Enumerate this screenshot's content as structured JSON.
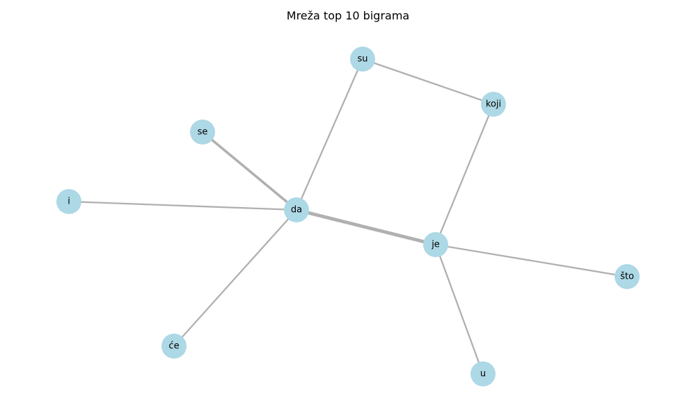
{
  "title": "Mreža top 10 bigrama",
  "colors": {
    "node": "#add8e6",
    "edge": "#b0b0b0"
  },
  "graph": {
    "nodes": [
      {
        "id": "su",
        "label": "su"
      },
      {
        "id": "koji",
        "label": "koji"
      },
      {
        "id": "se",
        "label": "se"
      },
      {
        "id": "i",
        "label": "i"
      },
      {
        "id": "da",
        "label": "da"
      },
      {
        "id": "je",
        "label": "je"
      },
      {
        "id": "što",
        "label": "što"
      },
      {
        "id": "će",
        "label": "će"
      },
      {
        "id": "u",
        "label": "u"
      }
    ],
    "edges": [
      {
        "source": "su",
        "target": "koji",
        "weight": 1
      },
      {
        "source": "su",
        "target": "da",
        "weight": 1
      },
      {
        "source": "koji",
        "target": "je",
        "weight": 1
      },
      {
        "source": "se",
        "target": "da",
        "weight": 2
      },
      {
        "source": "i",
        "target": "da",
        "weight": 1
      },
      {
        "source": "da",
        "target": "je",
        "weight": 3
      },
      {
        "source": "da",
        "target": "će",
        "weight": 1
      },
      {
        "source": "je",
        "target": "što",
        "weight": 1
      },
      {
        "source": "je",
        "target": "u",
        "weight": 1
      }
    ]
  }
}
